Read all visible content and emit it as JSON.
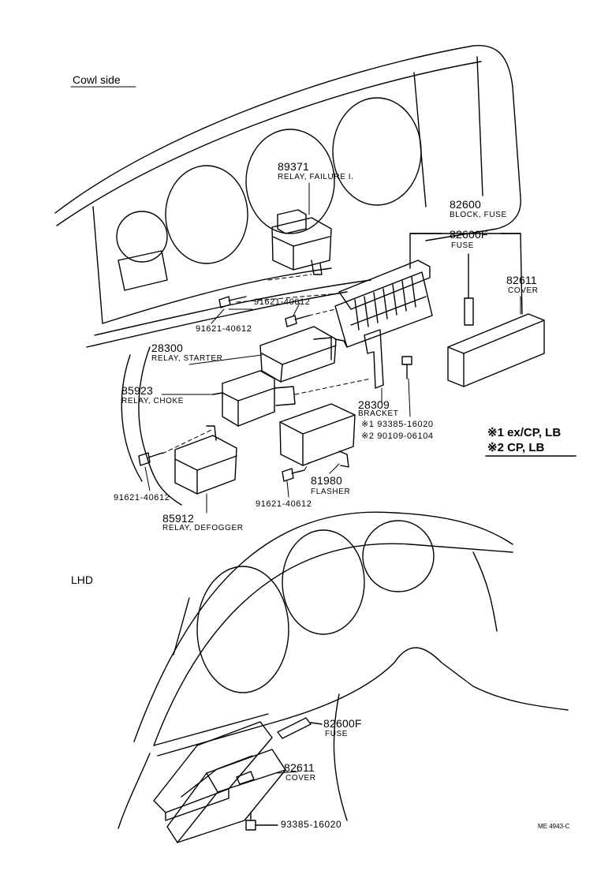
{
  "sections": {
    "cowl_side": "Cowl side",
    "lhd": "LHD"
  },
  "parts": {
    "p89371": {
      "number": "89371",
      "name": "RELAY, FAILURE I."
    },
    "p82600": {
      "number": "82600",
      "name": "BLOCK, FUSE"
    },
    "p82600f": {
      "number": "82600F",
      "name": "FUSE"
    },
    "p82611": {
      "number": "82611",
      "name": "COVER"
    },
    "bolt_a": {
      "number": "91621-40612"
    },
    "bolt_b": {
      "number": "91621-40612"
    },
    "p28300": {
      "number": "28300",
      "name": "RELAY, STARTER"
    },
    "p85923": {
      "number": "85923",
      "name": "RELAY, CHOKE"
    },
    "p28309": {
      "number": "28309",
      "name": "BRACKET"
    },
    "screw1": {
      "mark": "※1",
      "number": "93385-16020"
    },
    "screw2": {
      "mark": "※2",
      "number": "90109-06104"
    },
    "p81980": {
      "number": "81980",
      "name": "FLASHER"
    },
    "bolt_c": {
      "number": "91621-40612"
    },
    "bolt_d": {
      "number": "91621-40612"
    },
    "p85912": {
      "number": "85912",
      "name": "RELAY, DEFOGGER"
    },
    "lhd_fuse": {
      "number": "82600F",
      "name": "FUSE"
    },
    "lhd_cover": {
      "number": "82611",
      "name": "COVER"
    },
    "lhd_screw": {
      "number": "93385-16020"
    }
  },
  "notes": {
    "note1": "※1 ex/CP, LB",
    "note2": "※2 CP, LB"
  },
  "diagram_code": "ME 4943-C"
}
